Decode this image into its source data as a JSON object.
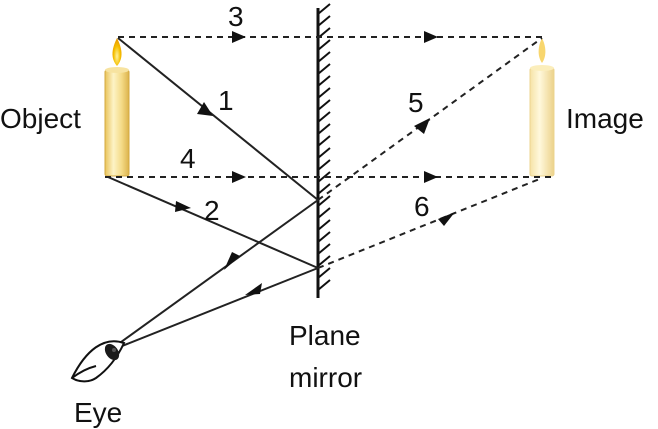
{
  "labels": {
    "object": "Object",
    "image": "Image",
    "mirror_line1": "Plane",
    "mirror_line2": "mirror",
    "eye": "Eye"
  },
  "rays": [
    {
      "id": "1",
      "label": "1",
      "style": "solid",
      "kind": "incident"
    },
    {
      "id": "2",
      "label": "2",
      "style": "solid",
      "kind": "incident"
    },
    {
      "id": "3",
      "label": "3",
      "style": "dashed",
      "kind": "construction"
    },
    {
      "id": "4",
      "label": "4",
      "style": "dashed",
      "kind": "construction"
    },
    {
      "id": "5",
      "label": "5",
      "style": "dashed",
      "kind": "virtual"
    },
    {
      "id": "6",
      "label": "6",
      "style": "dashed",
      "kind": "virtual"
    }
  ],
  "colors": {
    "line": "#222222",
    "candle_body": "#f2d98a",
    "candle_highlight": "#fdf3c6",
    "candle_edge": "#d9b24a",
    "flame": "#f0b400",
    "flame_core": "#ffe36a"
  }
}
